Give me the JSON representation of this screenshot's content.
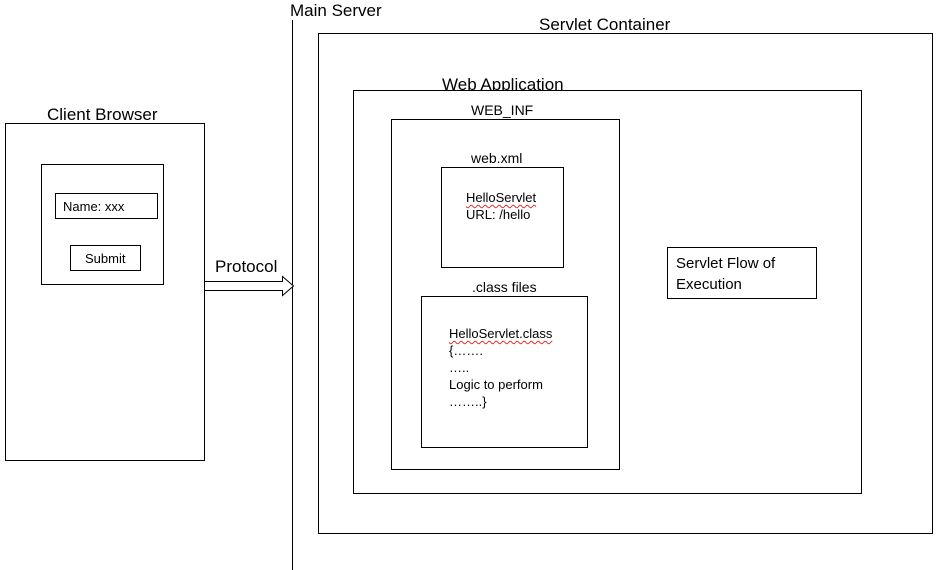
{
  "main_server": {
    "title": "Main Server"
  },
  "client_browser": {
    "title": "Client Browser",
    "name_field": "Name: xxx",
    "submit_label": "Submit"
  },
  "protocol": {
    "label": "Protocol"
  },
  "servlet_container": {
    "title": "Servlet Container"
  },
  "web_application": {
    "title": "Web Application"
  },
  "web_inf": {
    "title": "WEB_INF"
  },
  "web_xml": {
    "title": "web.xml",
    "servlet_name": "HelloServlet",
    "url": "URL: /hello"
  },
  "class_files": {
    "title": ".class files",
    "lines": [
      "HelloServlet.class",
      "{…….",
      "…..",
      "Logic to perform",
      "……..}"
    ]
  },
  "flow_box": {
    "line1": "Servlet Flow of",
    "line2": "Execution"
  }
}
